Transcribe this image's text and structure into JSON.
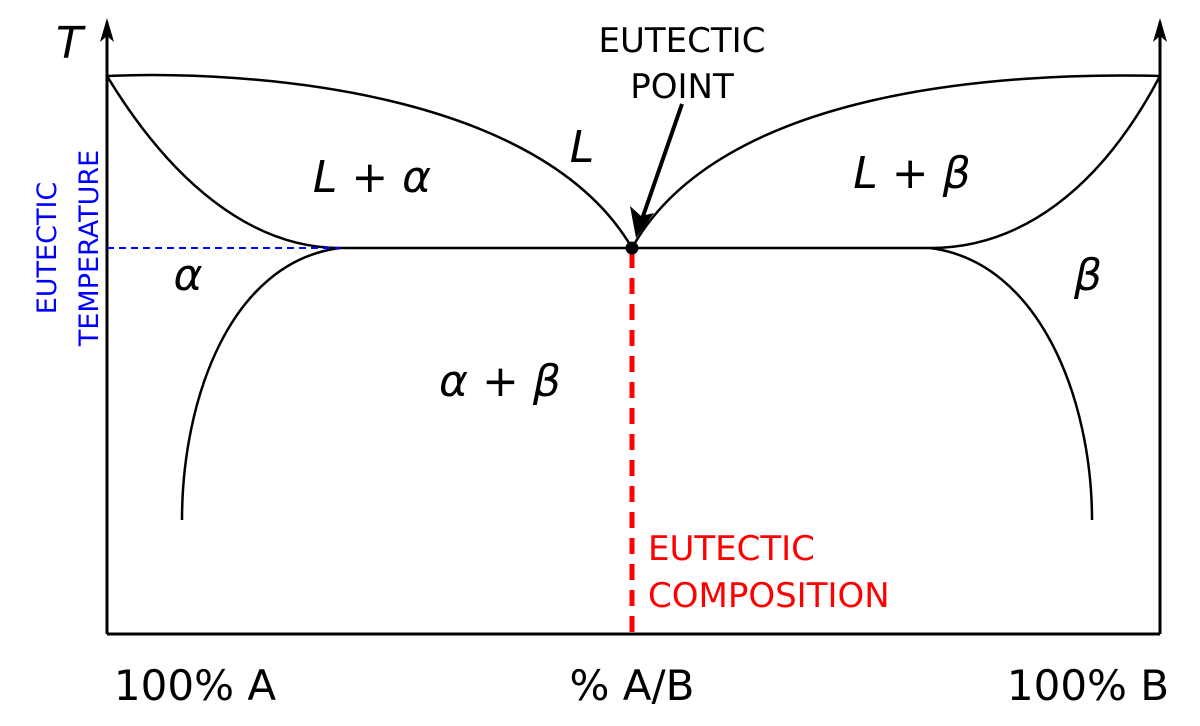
{
  "axes": {
    "y_label": "T",
    "x_left": "100% A",
    "x_center": "% A/B",
    "x_right": "100% B"
  },
  "regions": {
    "liquid": "L",
    "liquid_alpha": "L + α",
    "liquid_beta": "L + β",
    "alpha": "α",
    "beta": "β",
    "alpha_beta": "α + β"
  },
  "annotations": {
    "eutectic_point": [
      "EUTECTIC",
      "POINT"
    ],
    "eutectic_temperature": [
      "EUTECTIC",
      "TEMPERATURE"
    ],
    "eutectic_composition": [
      "EUTECTIC",
      "COMPOSITION"
    ]
  },
  "colors": {
    "line": "#000000",
    "temperature": "#0000ff",
    "composition": "#ff0000"
  }
}
